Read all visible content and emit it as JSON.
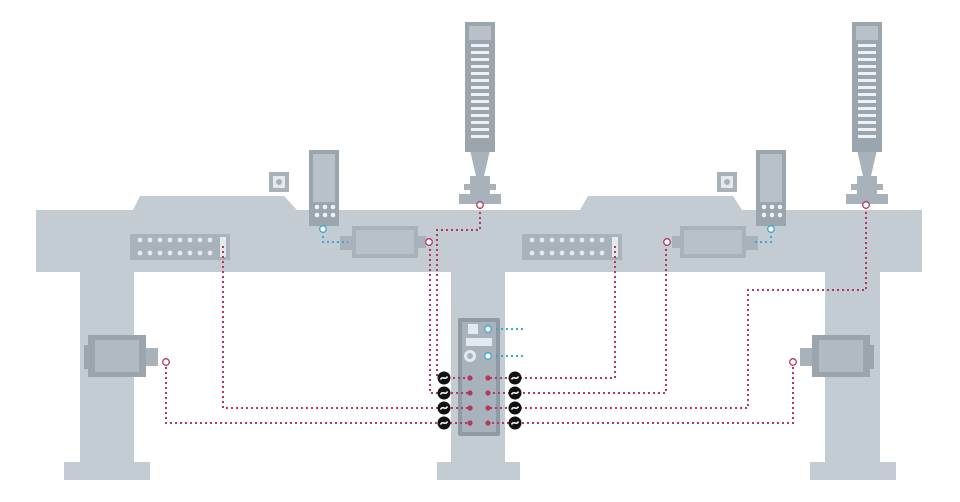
{
  "diagram": {
    "kind": "industrial machine IO wiring schematic",
    "colors": {
      "structure": "#c3ccd3",
      "device": "#a8b2ba",
      "device_dark": "#7f8a93",
      "device_light": "#e4e9ed",
      "wire_red": "#b5385a",
      "wire_blue": "#3aa6d4",
      "connector": "#111111"
    },
    "icons": [
      "frame-beam",
      "support-leg",
      "stack-light",
      "io-module",
      "proximity-sensor",
      "pneumatic-cylinder",
      "gripper-actuator",
      "central-distribution-box",
      "m12-connector-icon",
      "status-indicator"
    ]
  }
}
